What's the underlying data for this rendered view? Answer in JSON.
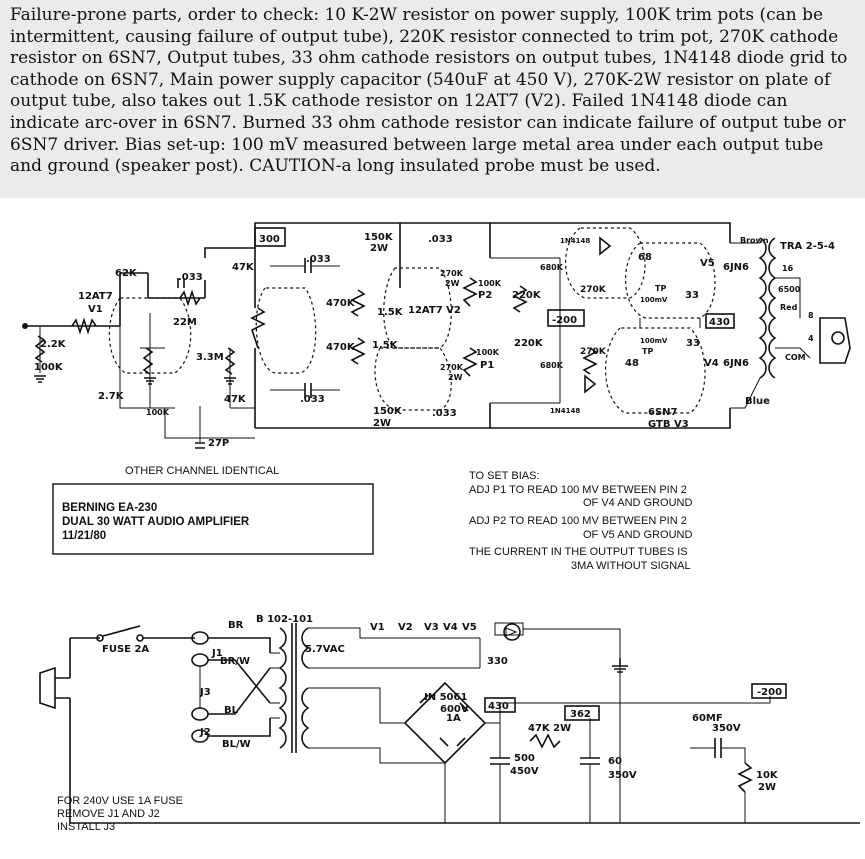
{
  "notes": {
    "text": "Failure-prone parts, order to check: 10 K-2W resistor on power supply, 100K trim pots (can be intermittent, causing failure of output tube), 220K resistor connected to trim pot, 270K cathode resistor on 6SN7, Output tubes, 33 ohm cathode resistors on output tubes, 1N4148 diode grid to cathode on 6SN7, Main power supply capacitor (540uF at 450 V), 270K-2W resistor on plate of output tube, also takes out 1.5K cathode resistor on 12AT7 (V2). Failed 1N4148 diode can indicate arc-over in 6SN7. Burned 33 ohm cathode resistor can indicate failure of output tube or 6SN7 driver. Bias set-up: 100 mV measured between large metal area under each output tube and ground (speaker post). CAUTION-a long insulated probe must be used."
  },
  "schematic": {
    "other_channel": "OTHER CHANNEL IDENTICAL",
    "title_block": {
      "line1": "BERNING EA-230",
      "line2": "DUAL 30 WATT AUDIO AMPLIFIER",
      "line3": "11/21/80"
    },
    "bias_notes": {
      "heading": "TO SET BIAS:",
      "p1a": "ADJ P1 TO READ 100 MV BETWEEN PIN 2",
      "p1b": "OF V4 AND GROUND",
      "p2a": "ADJ P2 TO READ 100 MV BETWEEN PIN 2",
      "p2b": "OF V5 AND GROUND",
      "cur1": "THE CURRENT IN THE OUTPUT TUBES IS",
      "cur2": "3MA WITHOUT SIGNAL"
    },
    "fuse_note": {
      "line1": "FOR 240V USE 1A FUSE",
      "line2": "REMOVE J1 AND J2",
      "line3": "INSTALL J3"
    },
    "amp_labels": {
      "r_62k": "62K",
      "c_033_in": ".033",
      "tube_v1a": "12AT7",
      "tube_v1b": "V1",
      "r_22m": "22M",
      "r_2_2k": "2.2K",
      "r_100k_in": "100K",
      "r_3_3m": "3.3M",
      "r_2_7k": "2.7K",
      "pot_100k": "100K",
      "c_27p": "27P",
      "r_300": "300",
      "r_47k_a": "47K",
      "c_033_a": ".033",
      "r_470k_a": "470K",
      "r_470k_b": "470K",
      "r_47k_b": "47K",
      "c_033_b": ".033",
      "r_150k_top": "150K",
      "r_2w_top": "2W",
      "c_033_top": ".033",
      "r_270k_2w_a": "270K",
      "r_2w_a": "2W",
      "r_1_5k_a": "1.5K",
      "tube_v2": "12AT7 V2",
      "r_1_5k_b": "1.5K",
      "r_270k_2w_b": "270K",
      "r_2w_b": "2W",
      "r_150k_bot": "150K",
      "r_2w_bot": "2W",
      "c_033_bot": ".033",
      "pot_p2": "P2",
      "r_100k_p2": "100K",
      "r_220k_a": "220K",
      "v_200": "-200",
      "r_220k_b": "220K",
      "pot_p1": "P1",
      "r_100k_p1": "100K",
      "r_680k_a": "680K",
      "r_680k_b": "680K",
      "r_270k_c": "270K",
      "r_270k_d": "270K",
      "d_1n4148_a": "1N4148",
      "d_1n4148_b": "1N4148",
      "r_68": "68",
      "r_48": "48",
      "r_33_a": "33",
      "r_33_b": "33",
      "tp_a": "TP",
      "tp_b": "TP",
      "mv_a": "100mV",
      "mv_b": "100mV",
      "v5": "V5",
      "v4": "V4",
      "tube_6jn6_a": "6JN6",
      "tube_6jn6_b": "6JN6",
      "tube_6sn7": "6SN7",
      "tube_gtb": "GTB V3",
      "v_430": "430",
      "brown": "Brown",
      "tra": "TRA 2-5-4",
      "tap_16": "16",
      "tap_6500": "6500",
      "red": "Red",
      "tap_8": "8",
      "tap_4": "4",
      "com": "COM",
      "blue": "Blue"
    },
    "psu_labels": {
      "fuse": "FUSE 2A",
      "j1": "J1",
      "j2": "J2",
      "j3": "J3",
      "br": "BR",
      "br_w": "BR/W",
      "bl": "BL",
      "bl_w": "BL/W",
      "xfmr": "B 102-101",
      "heater": "5.7VAC",
      "v1": "V1",
      "v2": "V2",
      "v3": "V3",
      "v4": "V4",
      "v5": "V5",
      "r_330": "330",
      "diode": "IN 5061",
      "diode_v": "600V",
      "diode_a": "1A",
      "b_430": "430",
      "b_362": "362",
      "r_47k_2w": "47K 2W",
      "c_500": "500",
      "c_450v": "450V",
      "c_60": "60",
      "c_350v": "350V",
      "c_60mf": "60MF",
      "c_350v_b": "350V",
      "neg_200": "-200",
      "r_10k": "10K",
      "r_10k_w": "2W"
    }
  }
}
